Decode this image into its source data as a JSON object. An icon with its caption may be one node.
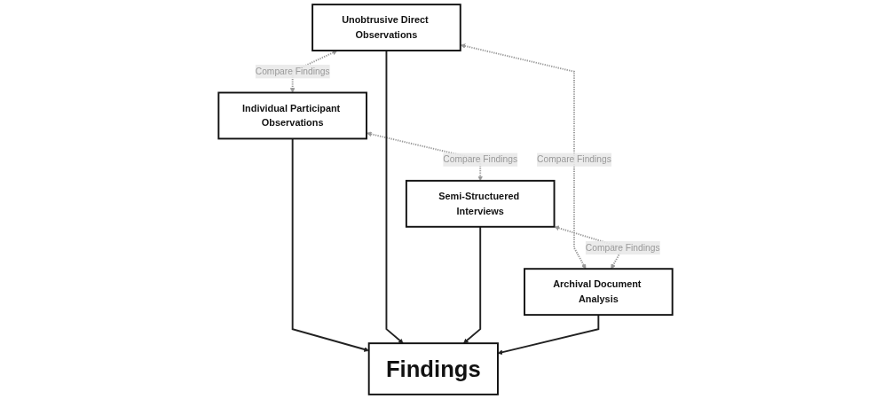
{
  "diagram": {
    "nodes": [
      {
        "text": [
          "Individual Participant Observations"
        ]
      },
      {
        "text": [
          "Unobtrusive Direct Observations"
        ]
      },
      {
        "text": [
          "Findings"
        ]
      },
      {
        "text": [
          "Semi-Structuered Interviews"
        ]
      },
      {
        "text": [
          "Archival Document Analysis"
        ]
      }
    ],
    "edges": [
      {
        "from": 1,
        "to": 0,
        "arrow": "both",
        "label": "Compare Findings",
        "style": "dashed",
        "color": "#999999"
      },
      {
        "from": 0,
        "to": 3,
        "arrow": "both",
        "label": "Compare Findings",
        "style": "dashed",
        "color": "#999999"
      },
      {
        "from": 0,
        "to": 2,
        "arrow": "to",
        "color": "#222222"
      },
      {
        "from": 1,
        "to": 2,
        "arrow": "to",
        "color": "#222222"
      },
      {
        "from": 3,
        "to": 2,
        "arrow": "to",
        "color": "#222222"
      },
      {
        "from": 4,
        "to": 2,
        "arrow": "to",
        "color": "#222222"
      },
      {
        "from": 1,
        "to": 4,
        "arrow": "both",
        "label": "Compare Findings",
        "style": "dashed",
        "color": "#999999"
      },
      {
        "from": 3,
        "to": 4,
        "arrow": "both",
        "label": "Compare Findings",
        "style": "dashed",
        "color": "#999999"
      }
    ]
  }
}
